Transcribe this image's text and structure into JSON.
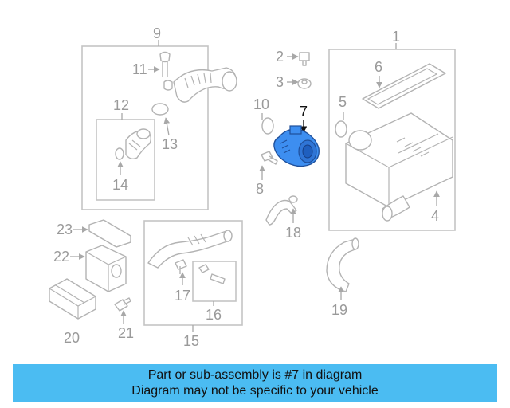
{
  "colors": {
    "highlight": "#3d8ef0",
    "banner": "#4bbcf2",
    "line": "#b3b3b3"
  },
  "callouts": {
    "c1": "1",
    "c2": "2",
    "c3": "3",
    "c4": "4",
    "c5": "5",
    "c6": "6",
    "c7": "7",
    "c8": "8",
    "c9": "9",
    "c10": "10",
    "c11": "11",
    "c12": "12",
    "c13": "13",
    "c14": "14",
    "c15": "15",
    "c16": "16",
    "c17": "17",
    "c18": "18",
    "c19": "19",
    "c20": "20",
    "c21": "21",
    "c22": "22",
    "c23": "23"
  },
  "banner": {
    "line1": "Part or sub-assembly is #7 in diagram",
    "line2": "Diagram may not be specific to your vehicle"
  }
}
